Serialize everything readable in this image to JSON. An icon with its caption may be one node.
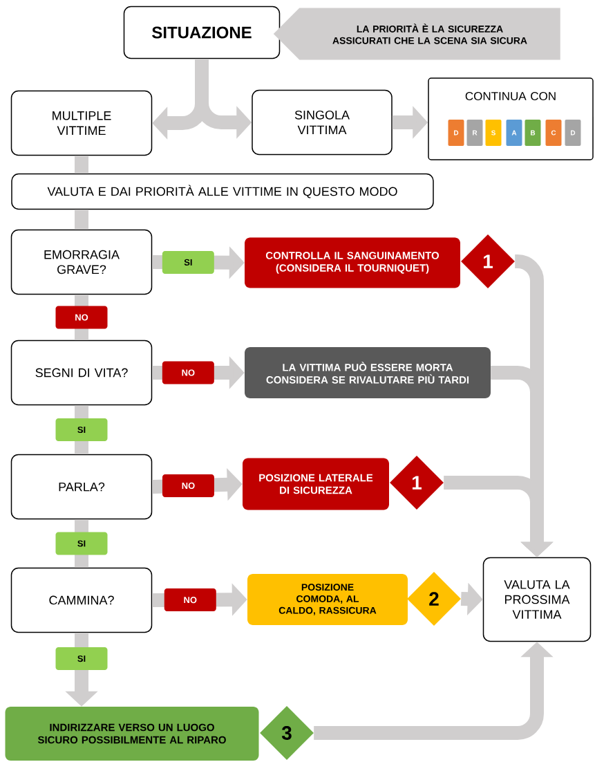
{
  "diagram": {
    "nodes": [
      {
        "text": [
          "SITUAZIONE"
        ]
      },
      {
        "text": [
          "LA PRIORITÀ È LA SICUREZZA ASSICURATI CHE LA SCENA SIA SICURA"
        ]
      },
      {
        "text": [
          "MULTIPLE VITTIME"
        ]
      },
      {
        "text": [
          "SINGOLA VITTIMA"
        ]
      },
      {
        "text": [
          "CONTINUA CON"
        ]
      },
      {
        "text": [
          "D"
        ],
        "in": 4
      },
      {
        "text": [
          "R"
        ],
        "in": 4
      },
      {
        "text": [
          "S"
        ],
        "in": 4
      },
      {
        "text": [
          "A"
        ],
        "in": 4
      },
      {
        "text": [
          "B"
        ],
        "in": 4
      },
      {
        "text": [
          "C"
        ],
        "in": 4
      },
      {
        "text": [
          "D"
        ],
        "in": 4
      },
      {
        "text": [
          "VALUTA E DAI PRIORITÀ ALLE VITTIME IN QUESTO MODO"
        ]
      },
      {
        "text": [
          "EMORRAGIA GRAVE?"
        ]
      },
      {
        "text": [
          "CONTROLLA IL SANGUINAMENTO (CONSIDERA IL TOURNIQUET)"
        ]
      },
      {
        "text": [
          "1"
        ]
      },
      {
        "text": [
          "SEGNI DI VITA?"
        ]
      },
      {
        "text": [
          "LA VITTIMA PUÒ ESSERE MORTA CONSIDERA SE RIVALUTARE PIÙ TARDI"
        ]
      },
      {
        "text": [
          "PARLA?"
        ]
      },
      {
        "text": [
          "POSIZIONE LATERALE DI SICUREZZA"
        ]
      },
      {
        "text": [
          "1"
        ]
      },
      {
        "text": [
          "CAMMINA?"
        ]
      },
      {
        "text": [
          "POSIZIONE COMODA, AL CALDO, RASSICURA"
        ]
      },
      {
        "text": [
          "2"
        ]
      },
      {
        "text": [
          "VALUTA LA PROSSIMA VITTIMA"
        ]
      },
      {
        "text": [
          "INDIRIZZARE VERSO UN LUOGO SICURO POSSIBILMENTE AL RIPARO"
        ]
      },
      {
        "text": [
          "3"
        ]
      }
    ],
    "edges": [
      {
        "from": 0,
        "to": 2,
        "arrow": "to"
      },
      {
        "from": 0,
        "to": 3,
        "arrow": "to"
      },
      {
        "from": 3,
        "to": 4,
        "arrow": "to"
      },
      {
        "from": 2,
        "to": 12,
        "arrow": "none"
      },
      {
        "from": 12,
        "to": 13,
        "arrow": "none"
      },
      {
        "from": 13,
        "to": 14,
        "arrow": "to",
        "label": "SI"
      },
      {
        "from": 13,
        "to": 16,
        "arrow": "none",
        "label": "NO"
      },
      {
        "from": 15,
        "to": 24,
        "arrow": "to"
      },
      {
        "from": 16,
        "to": 17,
        "arrow": "to",
        "label": "NO"
      },
      {
        "from": 16,
        "to": 18,
        "arrow": "none",
        "label": "SI"
      },
      {
        "from": 17,
        "to": 24,
        "arrow": "to"
      },
      {
        "from": 18,
        "to": 19,
        "arrow": "to",
        "label": "NO"
      },
      {
        "from": 18,
        "to": 21,
        "arrow": "none",
        "label": "SI"
      },
      {
        "from": 20,
        "to": 24,
        "arrow": "to"
      },
      {
        "from": 21,
        "to": 22,
        "arrow": "to",
        "label": "NO"
      },
      {
        "from": 21,
        "to": 25,
        "arrow": "to",
        "label": "SI"
      },
      {
        "from": 23,
        "to": 24,
        "arrow": "to"
      },
      {
        "from": 26,
        "to": 24,
        "arrow": "to"
      }
    ]
  }
}
